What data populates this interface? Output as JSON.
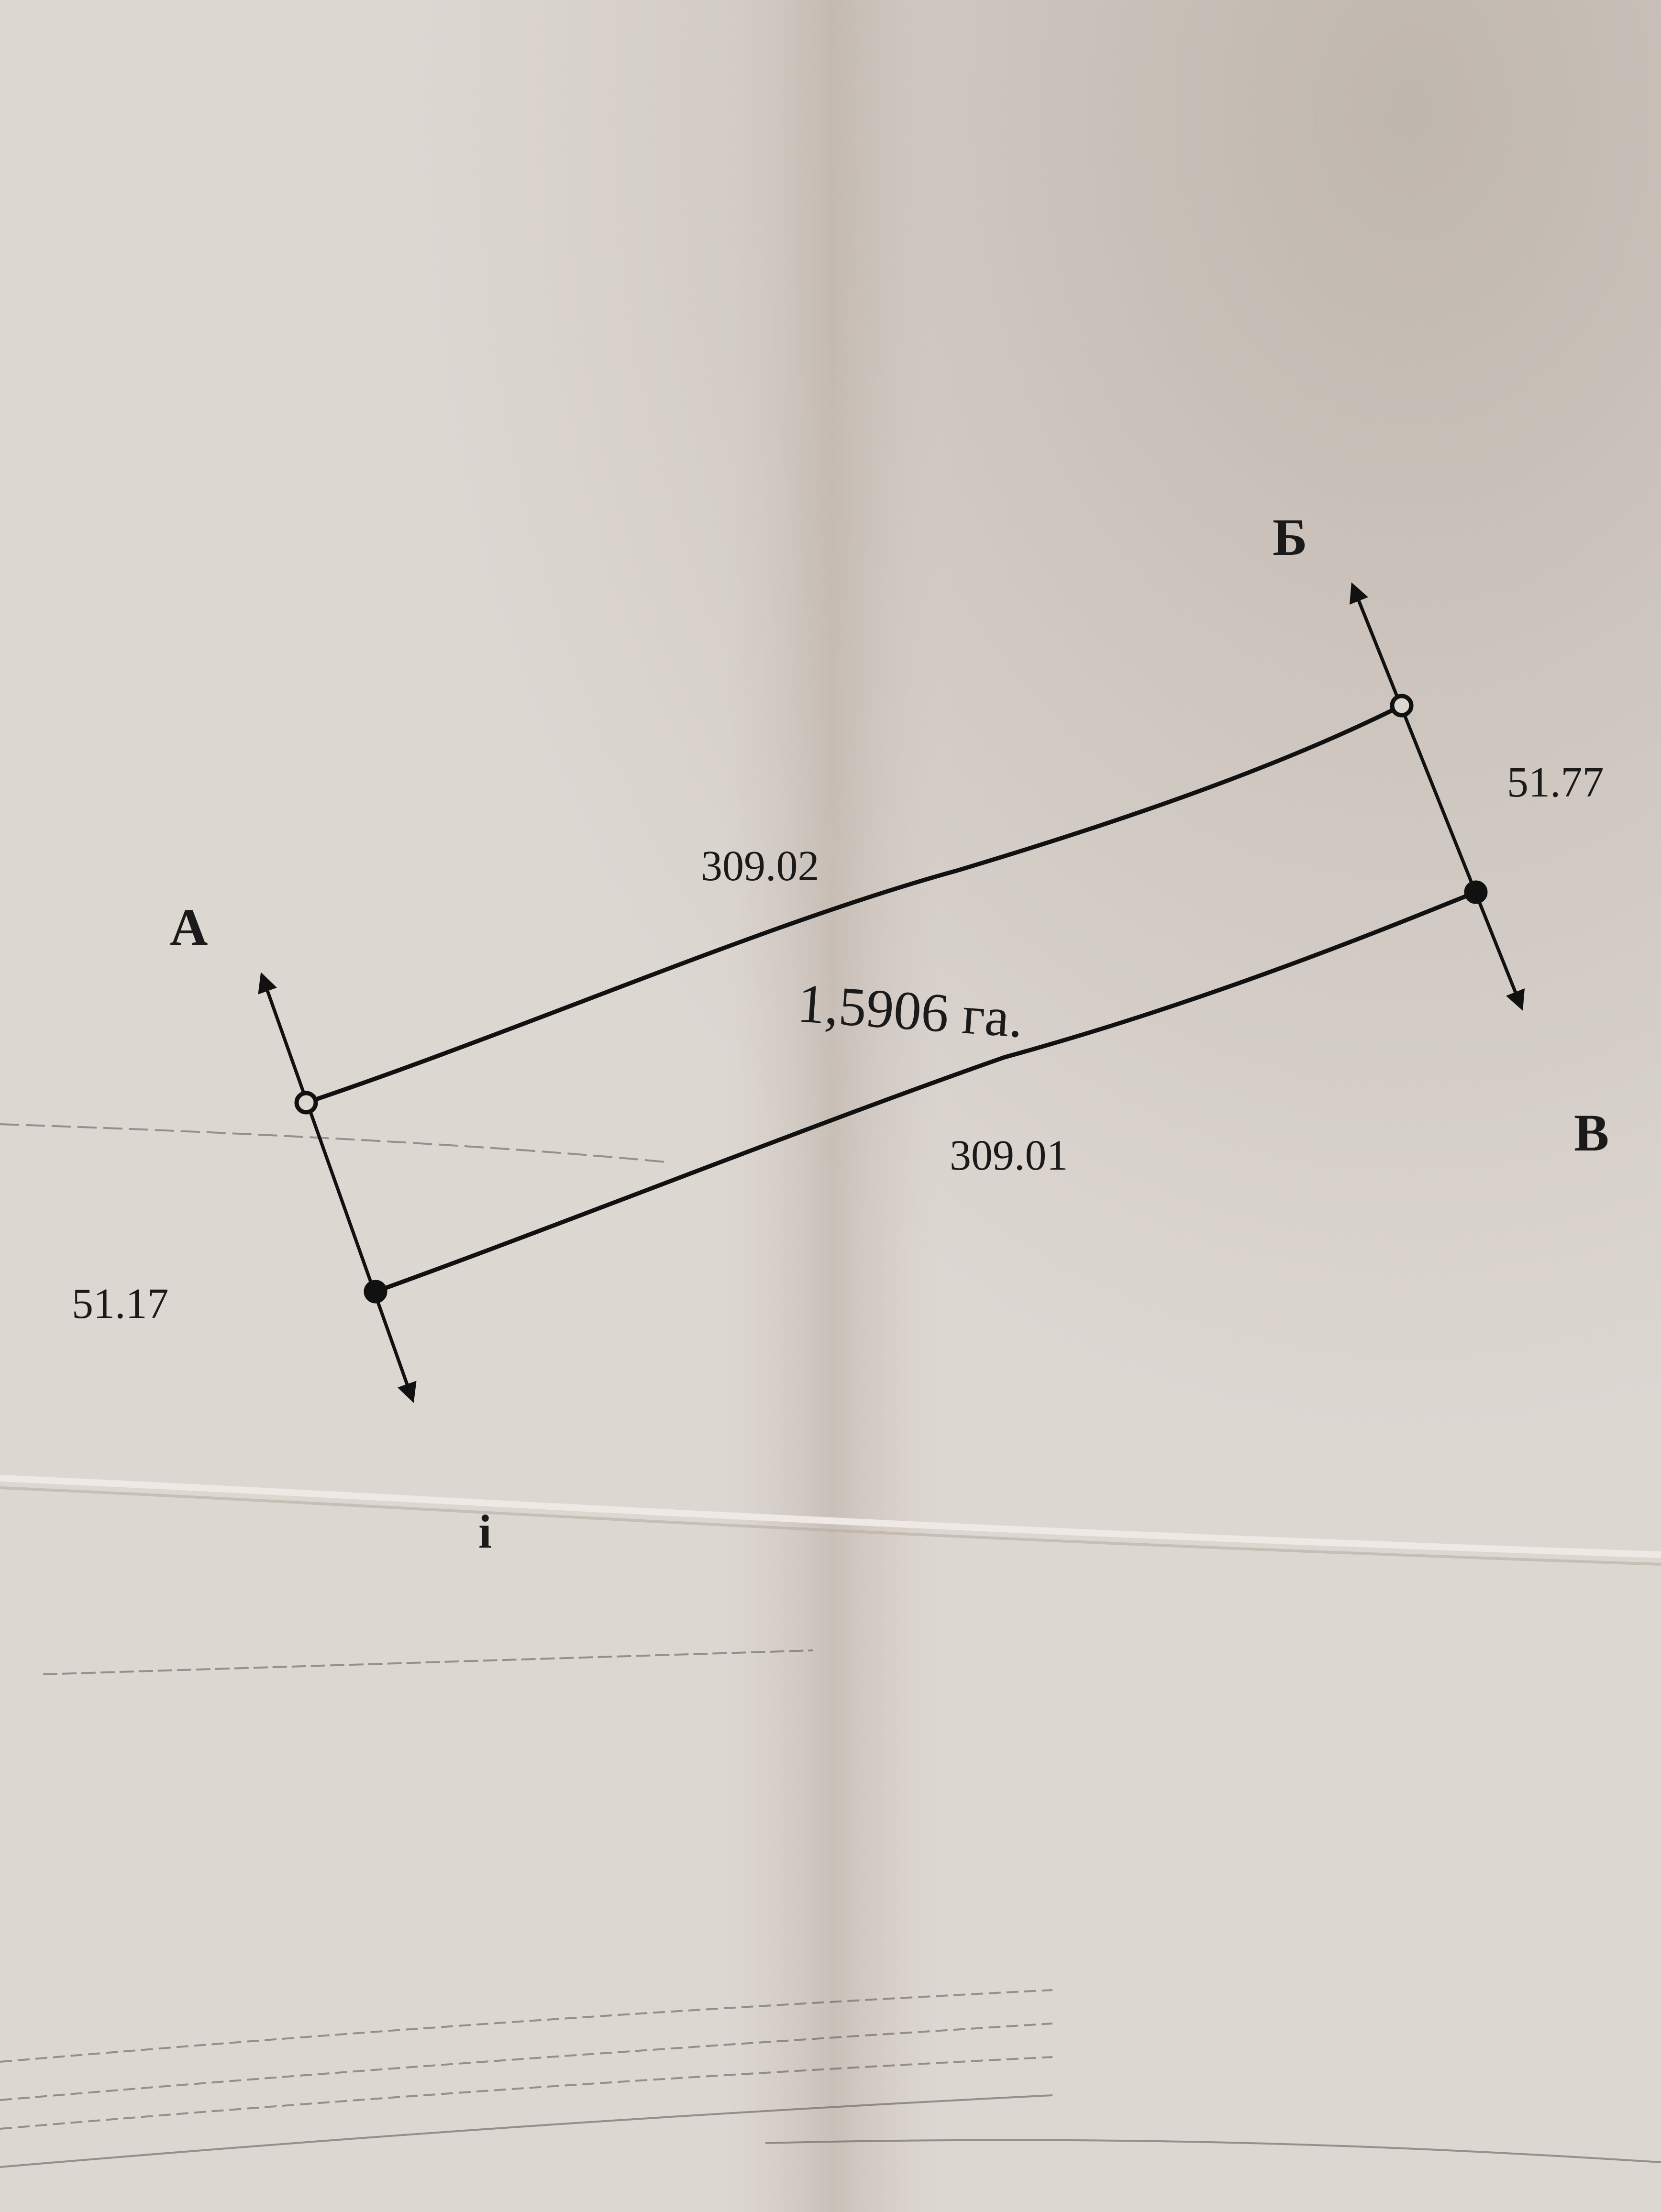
{
  "plot": {
    "corner_labels": {
      "a": "А",
      "b": "Б",
      "v": "В"
    },
    "side_lengths": {
      "top": "309.02",
      "bottom": "309.01",
      "left": "51.17",
      "right": "51.77"
    },
    "area": "1,5906 га.",
    "bottom_mark": "i"
  },
  "colors": {
    "ink": "#111111",
    "paper": "#ddd7d2"
  }
}
